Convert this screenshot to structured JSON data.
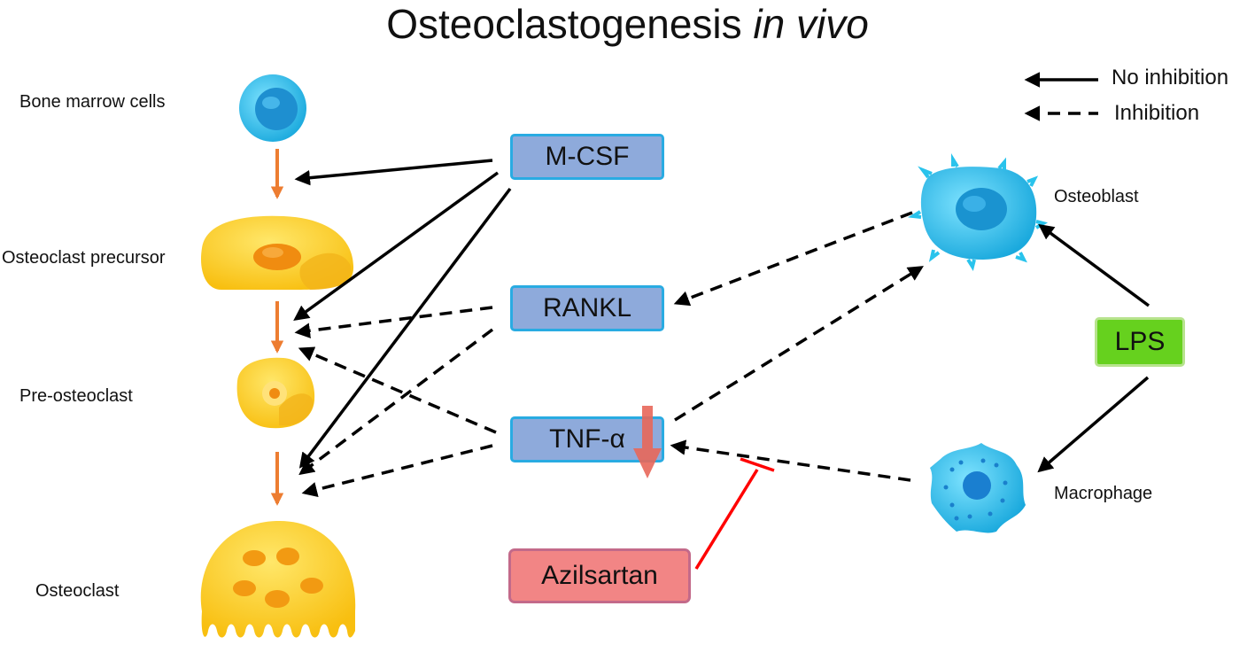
{
  "title": {
    "main": "Osteoclastogenesis",
    "italic": "in vivo"
  },
  "legend": {
    "solid": "No inhibition",
    "dashed": "Inhibition"
  },
  "cells": {
    "bone_marrow": "Bone marrow cells",
    "precursor": "Osteoclast precursor",
    "pre_osteoclast": "Pre-osteoclast",
    "osteoclast": "Osteoclast",
    "osteoblast": "Osteoblast",
    "macrophage": "Macrophage"
  },
  "factors": {
    "mcsf": "M-CSF",
    "rankl": "RANKL",
    "tnf": "TNF-α",
    "lps": "LPS",
    "drug": "Azilsartan"
  },
  "colors": {
    "factor_fill": "#8eaadb",
    "factor_border": "#29abe2",
    "lps_fill": "#66d11e",
    "drug_fill": "#f28585",
    "orange_arrow": "#ed7d31",
    "inhibit_line": "#ff0000",
    "down_arrow": "#e8685a",
    "cyan_cell": "#29c3ec",
    "yellow_cell": "#ffd21f"
  }
}
